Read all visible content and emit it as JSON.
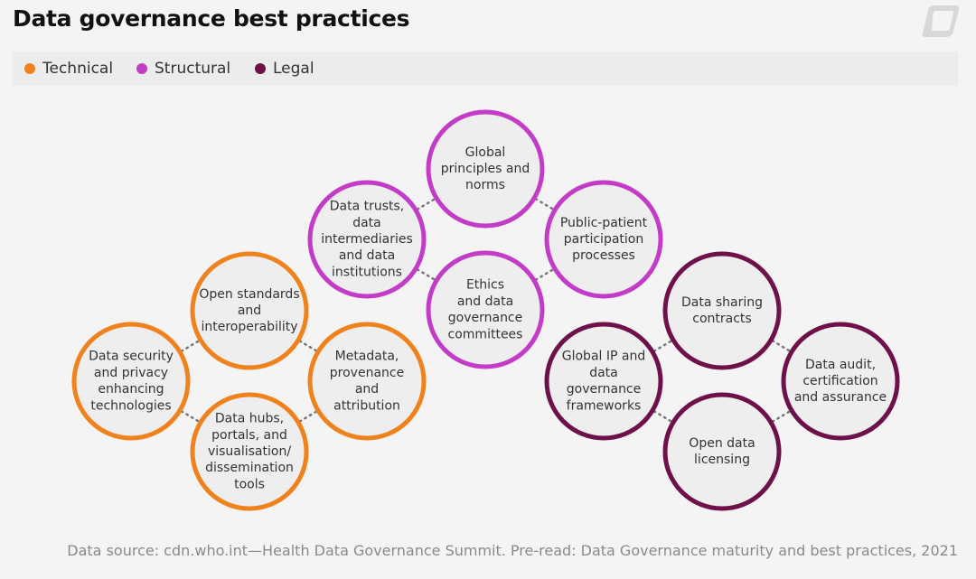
{
  "title": "Data governance best practices",
  "legend": [
    {
      "label": "Technical",
      "color": "#f0821e"
    },
    {
      "label": "Structural",
      "color": "#c33cc8"
    },
    {
      "label": "Legal",
      "color": "#6e1049"
    }
  ],
  "nodes": {
    "technical": [
      {
        "id": "open-standards",
        "lines": [
          "Open standards",
          "and",
          "interoperability"
        ]
      },
      {
        "id": "data-security",
        "lines": [
          "Data security",
          "and privacy",
          "enhancing",
          "technologies"
        ]
      },
      {
        "id": "metadata",
        "lines": [
          "Metadata,",
          "provenance",
          "and",
          "attribution"
        ]
      },
      {
        "id": "data-hubs",
        "lines": [
          "Data hubs,",
          "portals, and",
          "visualisation/",
          "dissemination",
          "tools"
        ]
      }
    ],
    "structural": [
      {
        "id": "global-principles",
        "lines": [
          "Global",
          "principles and",
          "norms"
        ]
      },
      {
        "id": "data-trusts",
        "lines": [
          "Data trusts,",
          "data",
          "intermediaries",
          "and data",
          "institutions"
        ]
      },
      {
        "id": "public-patient",
        "lines": [
          "Public-patient",
          "participation",
          "processes"
        ]
      },
      {
        "id": "ethics",
        "lines": [
          "Ethics",
          "and data",
          "governance",
          "committees"
        ]
      }
    ],
    "legal": [
      {
        "id": "data-sharing",
        "lines": [
          "Data sharing",
          "contracts"
        ]
      },
      {
        "id": "global-ip",
        "lines": [
          "Global IP and",
          "data",
          "governance",
          "frameworks"
        ]
      },
      {
        "id": "data-audit",
        "lines": [
          "Data audit,",
          "certification",
          "and assurance"
        ]
      },
      {
        "id": "open-licensing",
        "lines": [
          "Open data",
          "licensing"
        ]
      }
    ]
  },
  "source": "Data source: cdn.who.int—Health Data Governance Summit. Pre-read: Data Governance maturity and best practices, 2021",
  "icons": {
    "logo": "brand-logo-icon"
  }
}
